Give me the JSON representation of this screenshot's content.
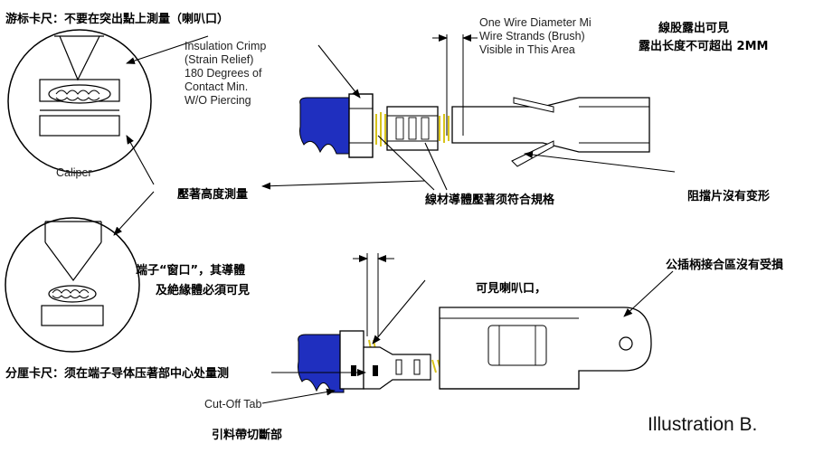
{
  "labels": {
    "vernier_caliper": "游标卡尺：不要在突出點上測量（喇叭口）",
    "insulation_crimp": [
      "Insulation Crimp",
      "(Strain Relief)",
      "180 Degrees of",
      "Contact Min.",
      "W/O Piercing"
    ],
    "caliper": "Caliper",
    "one_wire": [
      "One Wire Diameter Mi",
      "Wire Strands (Brush)",
      "Visible in This Area"
    ],
    "strands_visible": "線股露出可見",
    "strand_limit": "露出长度不可超出 2MM",
    "crimp_height": "壓著高度測量",
    "conductor_crimp": "線材導體壓著须符合規格",
    "stopper": "阻擋片沒有变形",
    "window_line1": "端子“窗口”，其導體",
    "window_line2": "及絶緣體必須可見",
    "bellmouth": "可見喇叭口，",
    "male_contact": "公插柄接合區沒有受損",
    "micrometer": "分厘卡尺：须在端子导体压著部中心处量测",
    "cutoff_tab": "Cut-Off Tab",
    "carrier_cut": "引料帶切斷部",
    "illustration": "Illustration B."
  },
  "colors": {
    "insulation": "#1f2fbf",
    "strands": "#d8c31a",
    "line": "#000000"
  }
}
